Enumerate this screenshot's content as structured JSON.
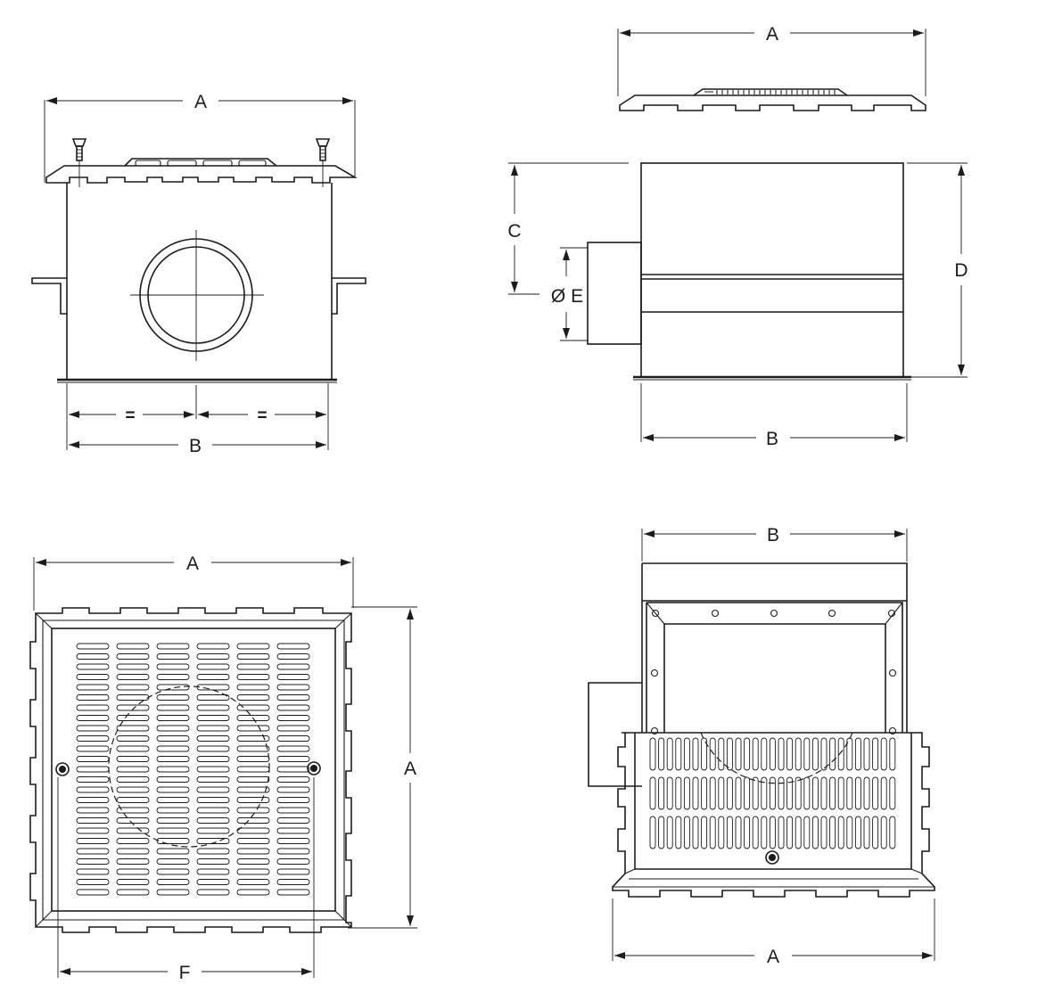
{
  "labels": {
    "dim_a": "A",
    "dim_b": "B",
    "dim_c": "C",
    "dim_d": "D",
    "dim_e": "Ø E",
    "dim_f": "F",
    "equal": "="
  },
  "colors": {
    "line": "#1c1c1c",
    "background": "#ffffff"
  }
}
